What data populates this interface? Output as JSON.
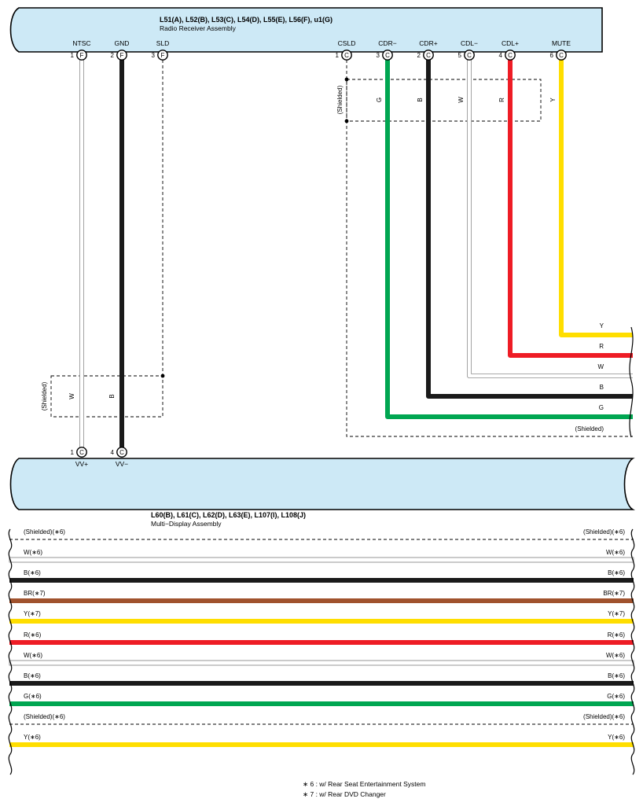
{
  "colors": {
    "connector_fill": "#cde9f6",
    "Y": "#ffde00",
    "R": "#ee1c25",
    "W": "#ffffff",
    "B": "#1a1a1a",
    "G": "#00a651",
    "BR": "#a0522d"
  },
  "top_connector": {
    "title": "L51(A), L52(B), L53(C), L54(D), L55(E), L56(F), u1(G)",
    "subtitle": "Radio Receiver Assembly",
    "pins": [
      {
        "name": "NTSC",
        "num": "1",
        "conn": "F"
      },
      {
        "name": "GND",
        "num": "2",
        "conn": "F"
      },
      {
        "name": "SLD",
        "num": "3",
        "conn": "F"
      },
      {
        "name": "CSLD",
        "num": "1",
        "conn": "C"
      },
      {
        "name": "CDR−",
        "num": "3",
        "conn": "C"
      },
      {
        "name": "CDR+",
        "num": "2",
        "conn": "C"
      },
      {
        "name": "CDL−",
        "num": "5",
        "conn": "C"
      },
      {
        "name": "CDL+",
        "num": "4",
        "conn": "C"
      },
      {
        "name": "MUTE",
        "num": "6",
        "conn": "C"
      }
    ]
  },
  "bottom_connector": {
    "title": "L60(B), L61(C), L62(D), L63(E), L107(I), L108(J)",
    "subtitle": "Multi−Display Assembly",
    "pins": [
      {
        "name": "VV+",
        "num": "1",
        "conn": "C"
      },
      {
        "name": "VV−",
        "num": "4",
        "conn": "C"
      }
    ]
  },
  "wires": {
    "left": [
      {
        "pin": "NTSC",
        "color": "W",
        "label": "W"
      },
      {
        "pin": "GND",
        "color": "B",
        "label": "B"
      }
    ],
    "left_shield_label": "(Shielded)",
    "right_shield_label": "(Shielded)",
    "right_top": [
      {
        "pin": "CDR−",
        "color": "G",
        "label": "G"
      },
      {
        "pin": "CDR+",
        "color": "B",
        "label": "B"
      },
      {
        "pin": "CDL−",
        "color": "W",
        "label": "W"
      },
      {
        "pin": "CDL+",
        "color": "R",
        "label": "R"
      },
      {
        "pin": "MUTE",
        "color": "Y",
        "label": "Y"
      }
    ],
    "right_exit": [
      {
        "label": "Y",
        "color": "Y"
      },
      {
        "label": "R",
        "color": "R"
      },
      {
        "label": "W",
        "color": "W"
      },
      {
        "label": "B",
        "color": "B"
      },
      {
        "label": "G",
        "color": "G"
      },
      {
        "label": "(Shielded)",
        "color": "shield"
      }
    ]
  },
  "lower_wires": [
    {
      "label": "(Shielded)(∗6)",
      "color": "shield"
    },
    {
      "label": "W(∗6)",
      "color": "W"
    },
    {
      "label": "B(∗6)",
      "color": "B"
    },
    {
      "label": "BR(∗7)",
      "color": "BR"
    },
    {
      "label": "Y(∗7)",
      "color": "Y"
    },
    {
      "label": "R(∗6)",
      "color": "R"
    },
    {
      "label": "W(∗6)",
      "color": "W"
    },
    {
      "label": "B(∗6)",
      "color": "B"
    },
    {
      "label": "G(∗6)",
      "color": "G"
    },
    {
      "label": "(Shielded)(∗6)",
      "color": "shield"
    },
    {
      "label": "Y(∗6)",
      "color": "Y"
    }
  ],
  "notes": [
    "∗ 6 : w/ Rear Seat Entertainment System",
    "∗ 7 : w/ Rear DVD Changer"
  ]
}
